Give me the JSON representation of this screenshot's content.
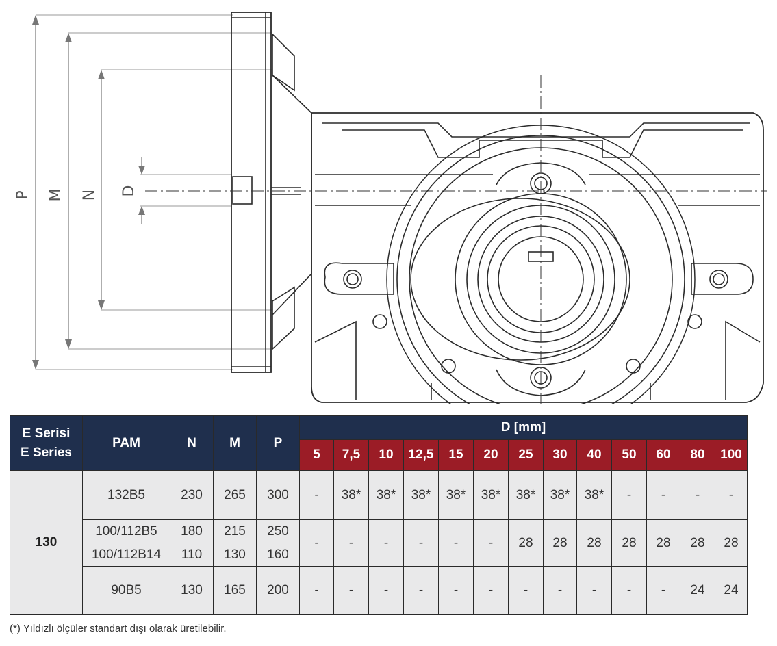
{
  "drawing": {
    "dimension_labels": [
      "P",
      "M",
      "N",
      "D"
    ]
  },
  "table": {
    "series_header_line1": "E Serisi",
    "series_header_line2": "E Series",
    "pam_header": "PAM",
    "n_header": "N",
    "m_header": "M",
    "p_header": "P",
    "d_header": "D [mm]",
    "d_values": [
      "5",
      "7,5",
      "10",
      "12,5",
      "15",
      "20",
      "25",
      "30",
      "40",
      "50",
      "60",
      "80",
      "100"
    ],
    "size": "130",
    "rows": {
      "r1": {
        "pam": "132B5",
        "n": "230",
        "m": "265",
        "p": "300",
        "d": [
          "-",
          "38*",
          "38*",
          "38*",
          "38*",
          "38*",
          "38*",
          "38*",
          "38*",
          "-",
          "-",
          "-",
          "-"
        ]
      },
      "r2": {
        "pam": "100/112B5",
        "n": "180",
        "m": "215",
        "p": "250"
      },
      "r3": {
        "pam": "100/112B14",
        "n": "110",
        "m": "130",
        "p": "160"
      },
      "r23_d": [
        "-",
        "-",
        "-",
        "-",
        "-",
        "-",
        "28",
        "28",
        "28",
        "28",
        "28",
        "28",
        "28"
      ],
      "r4": {
        "pam": "90B5",
        "n": "130",
        "m": "165",
        "p": "200",
        "d": [
          "-",
          "-",
          "-",
          "-",
          "-",
          "-",
          "-",
          "-",
          "-",
          "-",
          "-",
          "24",
          "24"
        ]
      }
    }
  },
  "footnote": "(*) Yıldızlı ölçüler standart dışı olarak üretilebilir."
}
